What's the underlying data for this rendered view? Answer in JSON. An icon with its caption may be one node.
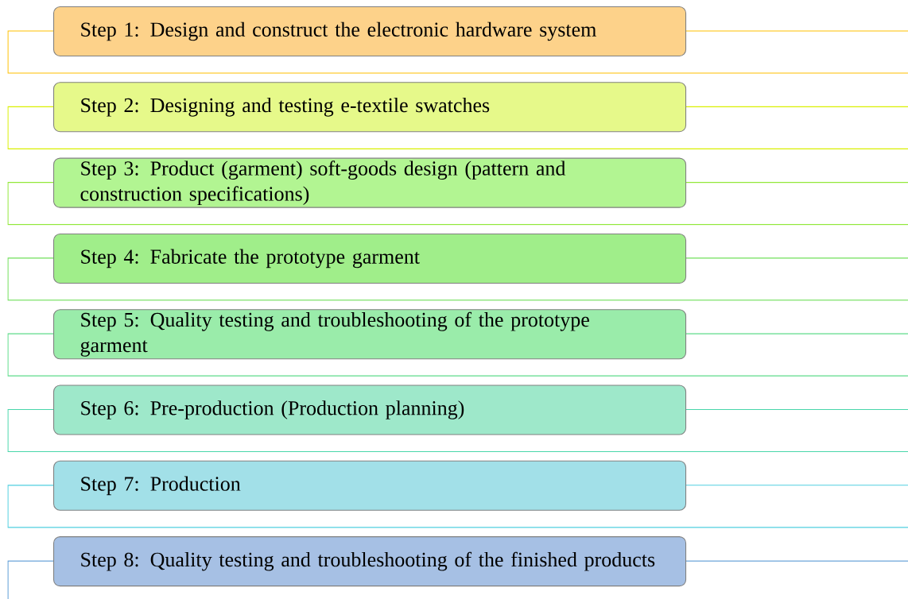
{
  "diagram": {
    "nodes": [
      {
        "text": [
          "Step 1: Design and construct the electronic hardware system"
        ]
      },
      {
        "text": [
          "Step 2: Designing and testing e-textile swatches"
        ]
      },
      {
        "text": [
          "Step 3: Product (garment) soft-goods design (pattern and construction specifications)"
        ]
      },
      {
        "text": [
          "Step 4: Fabricate the prototype garment"
        ]
      },
      {
        "text": [
          "Step 5: Quality testing and troubleshooting of the prototype garment"
        ]
      },
      {
        "text": [
          "Step 6: Pre-production (Production planning)"
        ]
      },
      {
        "text": [
          "Step 7: Production"
        ]
      },
      {
        "text": [
          "Step 8: Quality testing and troubleshooting of the finished products"
        ]
      }
    ]
  }
}
